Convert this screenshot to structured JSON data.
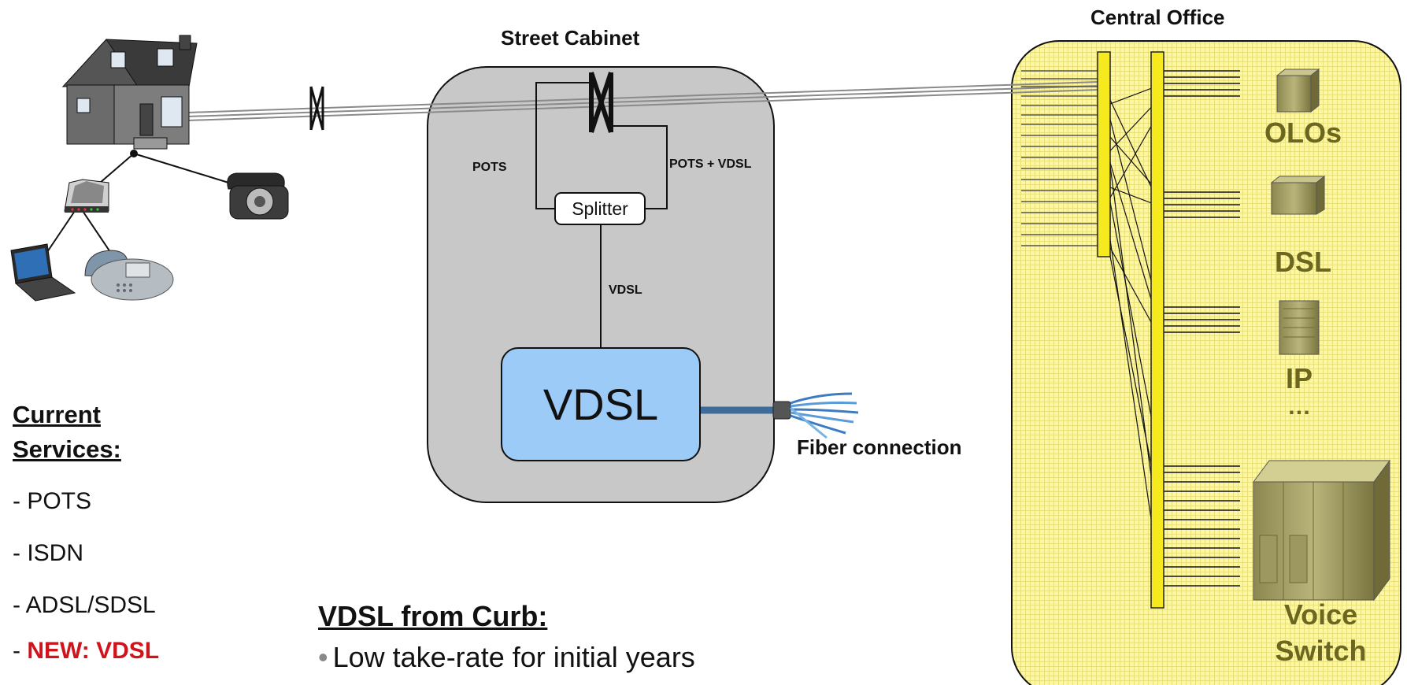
{
  "street_cabinet": {
    "title": "Street Cabinet",
    "label_pots": "POTS",
    "label_pots_vdsl": "POTS + VDSL",
    "splitter": "Splitter",
    "label_vdsl_line": "VDSL",
    "vdsl_box": "VDSL"
  },
  "fiber": {
    "label": "Fiber connection"
  },
  "central_office": {
    "title": "Central Office",
    "olos": "OLOs",
    "dsl": "DSL",
    "ip": "IP",
    "ellipsis": "…",
    "voice_switch_line1": "Voice",
    "voice_switch_line2": "Switch"
  },
  "current_services": {
    "heading_line1": "Current",
    "heading_line2": "Services:",
    "items": [
      "- POTS",
      "- ISDN",
      "- ADSL/SDSL"
    ],
    "new_prefix": "- ",
    "new_item": "NEW: VDSL"
  },
  "curb": {
    "heading": "VDSL from Curb:",
    "bullets": [
      "Low take-rate for initial years"
    ]
  },
  "colors": {
    "cabinet_fill": "#c8c8c8",
    "vdsl_fill": "#9ccbf7",
    "central_office_fill": "#fbf7a6",
    "bar_yellow": "#f6ea1e",
    "new_red": "#d0141c"
  }
}
